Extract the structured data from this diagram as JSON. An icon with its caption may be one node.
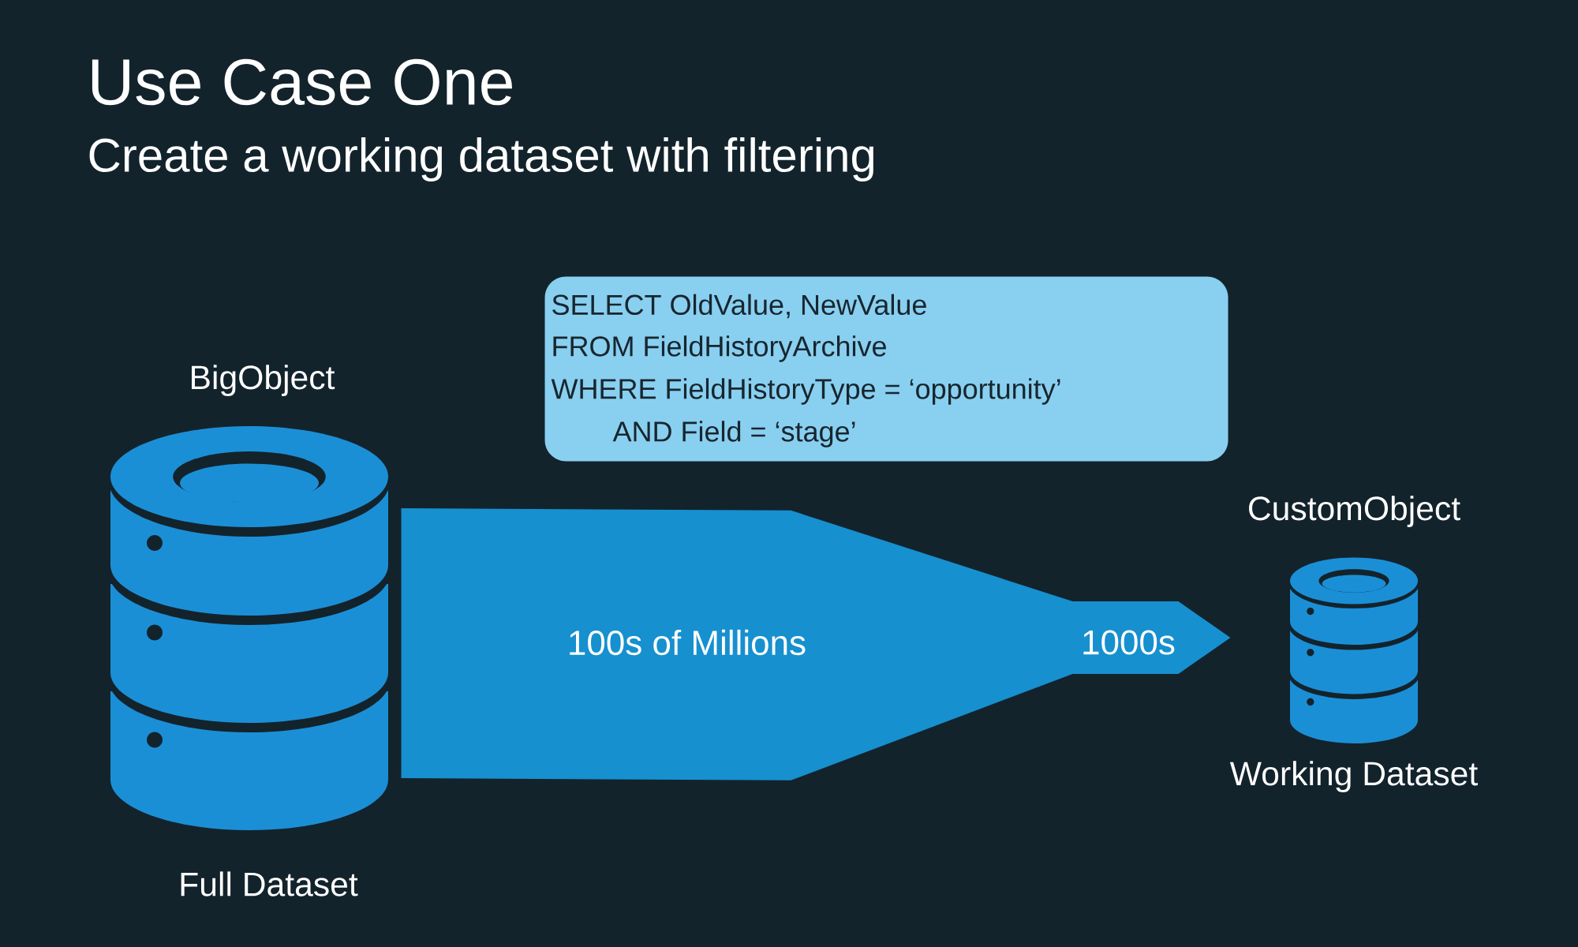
{
  "diagram": {
    "title": "Use Case One",
    "nodes": [
      {
        "text": [
          "BigObject"
        ],
        "beside": [
          "Full Dataset"
        ]
      },
      {
        "text": [
          "SELECT OldValue, NewValue",
          "FROM FieldHistoryArchive",
          "WHERE FieldHistoryType = ‘opportunity’",
          "AND  Field = ‘stage’"
        ]
      },
      {
        "text": [
          "CustomObject"
        ],
        "beside": [
          "Working Dataset"
        ]
      }
    ],
    "edges": [
      {
        "from": 0,
        "to": 2,
        "arrow": "to",
        "label": "100s of Millions"
      }
    ],
    "labels": [
      "Create a working dataset with filtering",
      "1000s"
    ]
  }
}
